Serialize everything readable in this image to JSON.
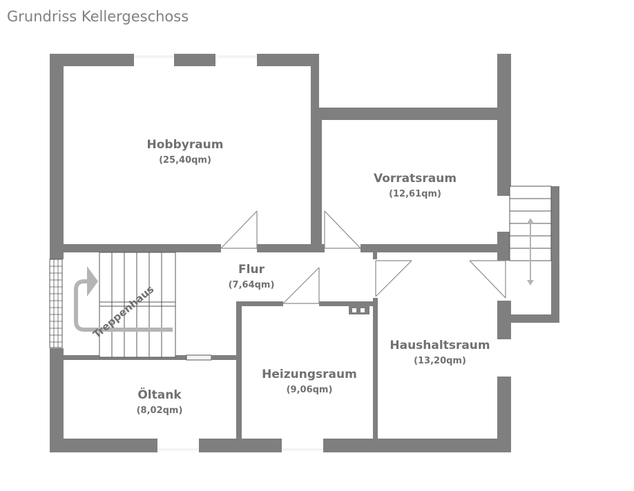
{
  "title": "Grundriss Kellergeschoss",
  "rooms": {
    "hobbyraum": {
      "name": "Hobbyraum",
      "area": "(25,40qm)"
    },
    "vorratsraum": {
      "name": "Vorratsraum",
      "area": "(12,61qm)"
    },
    "flur": {
      "name": "Flur",
      "area": "(7,64qm)"
    },
    "treppenhaus": {
      "name": "Treppenhaus"
    },
    "heizungsraum": {
      "name": "Heizungsraum",
      "area": "(9,06qm)"
    },
    "haushaltsraum": {
      "name": "Haushaltsraum",
      "area": "(13,20qm)"
    },
    "oeltank": {
      "name": "Öltank",
      "area": "(8,02qm)"
    }
  },
  "colors": {
    "wall": "#7f7f7f",
    "text": "#707070",
    "title": "#808080"
  }
}
